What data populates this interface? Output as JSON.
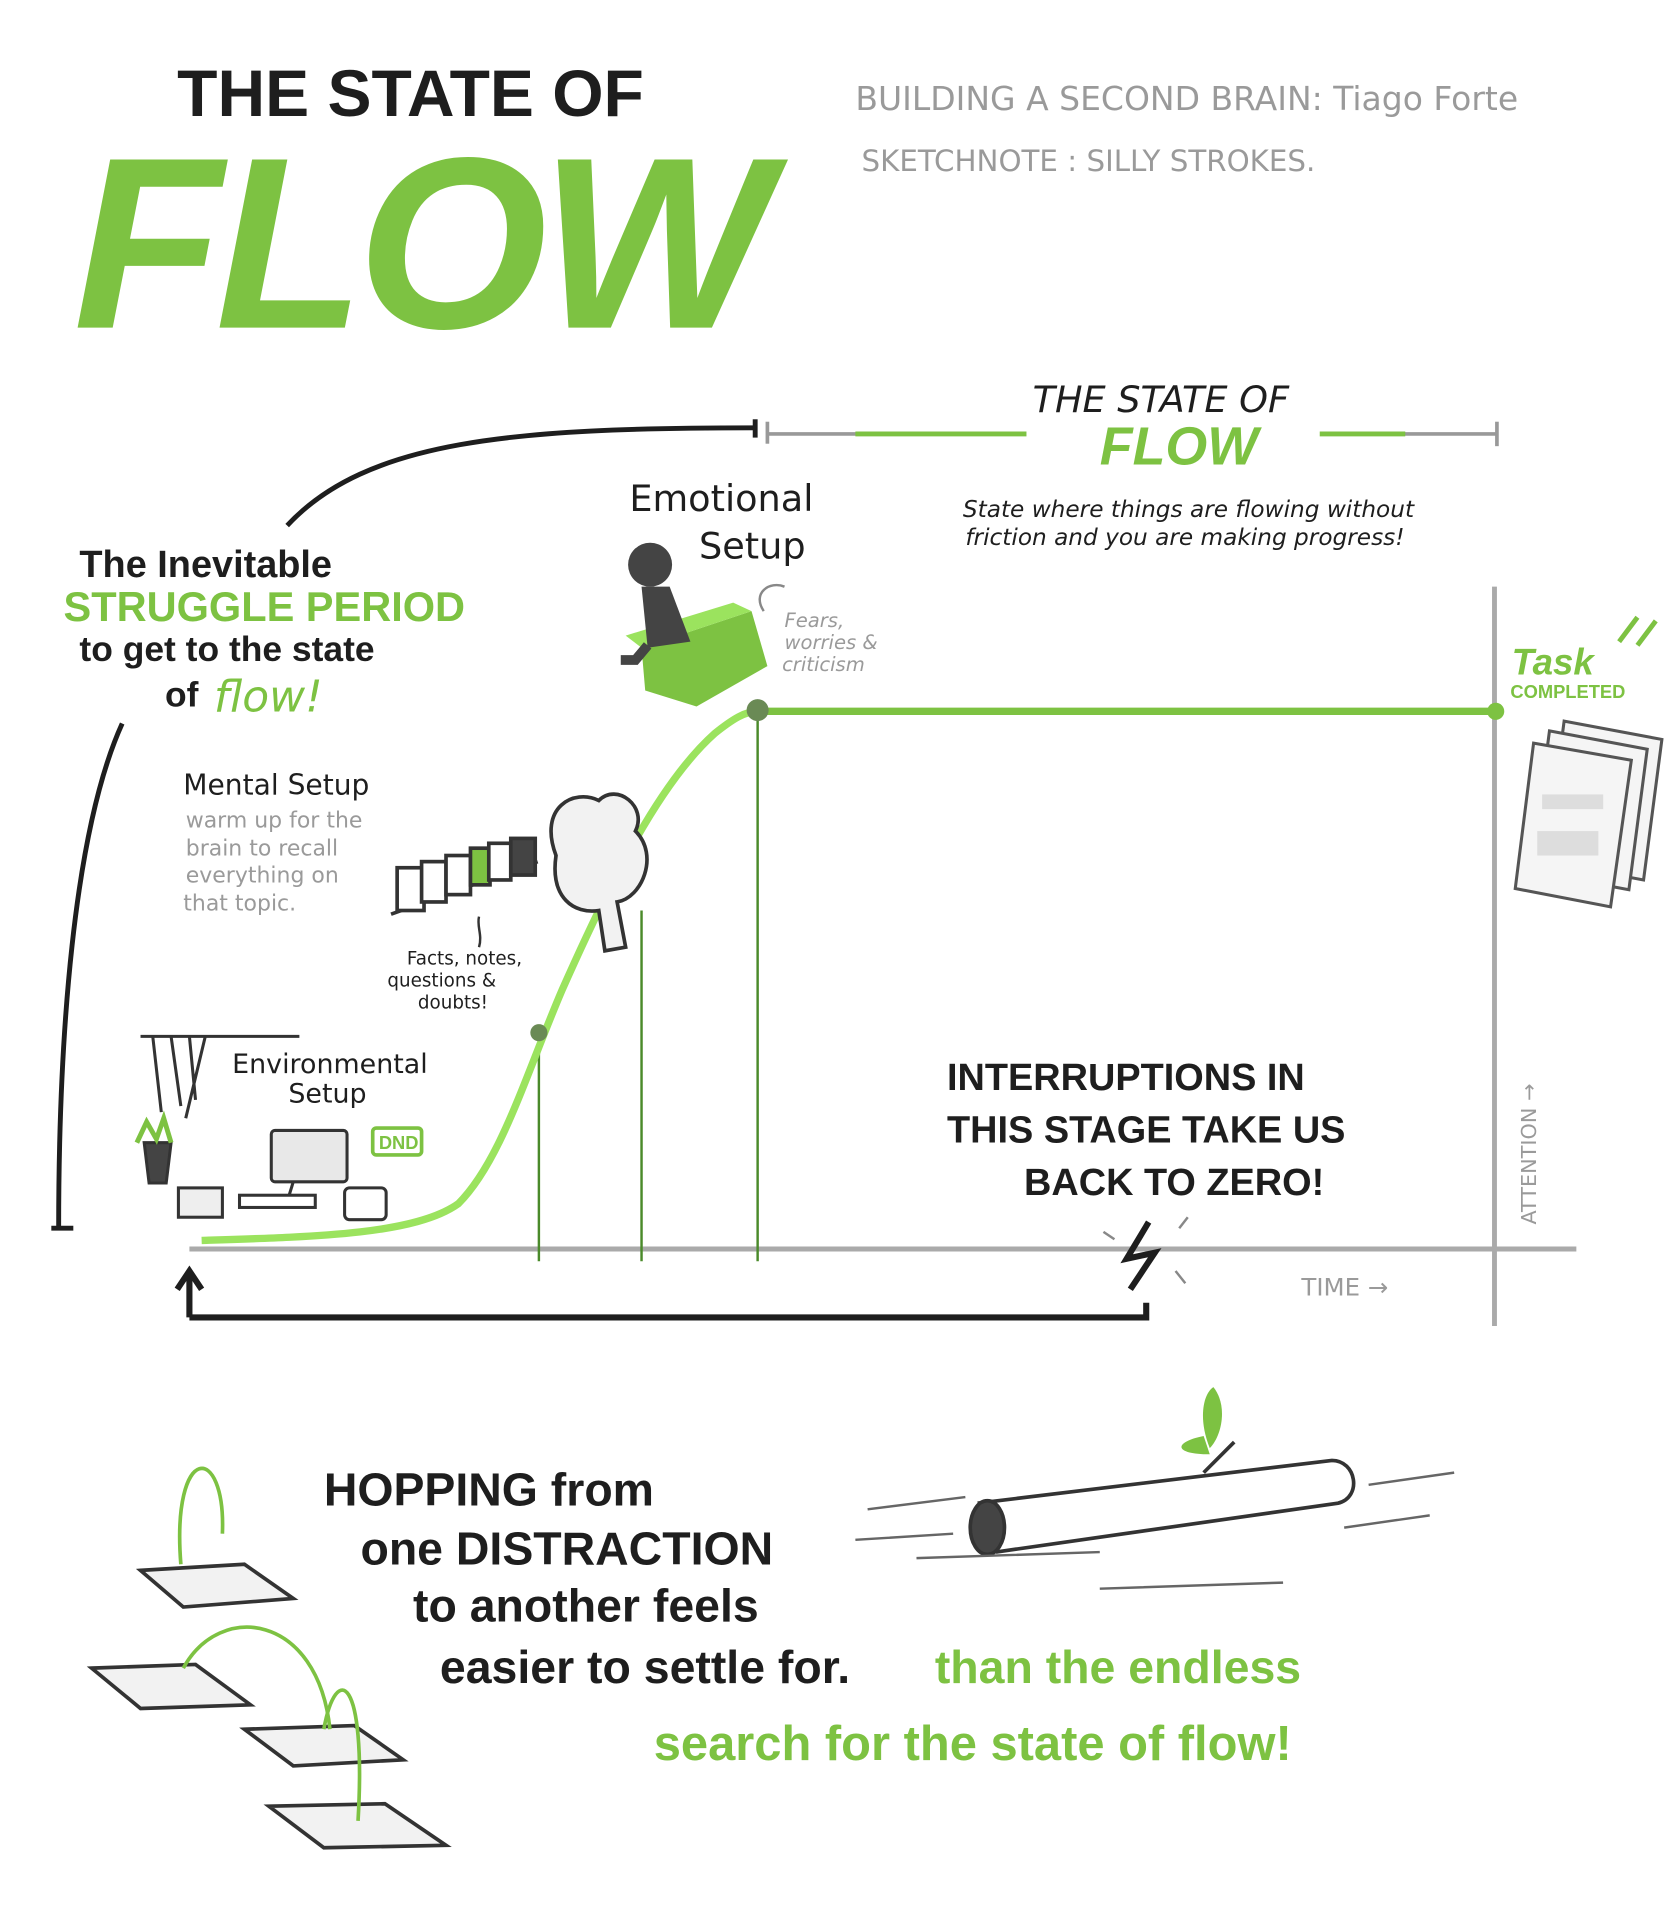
{
  "title": {
    "line1": "THE STATE OF",
    "line2": "FLOW"
  },
  "credits": {
    "book": "BUILDING A SECOND BRAIN: Tiago Forte",
    "sketchnote": "SKETCHNOTE : SILLY STROKES."
  },
  "flow_header": {
    "line1": "THE STATE OF",
    "line2": "FLOW",
    "description_line1": "State where things are flowing without",
    "description_line2": "friction and you are making progress!"
  },
  "struggle": {
    "line1": "The Inevitable",
    "line2": "STRUGGLE PERIOD",
    "line3": "to get to the state",
    "line4_prefix": "of",
    "line4_emph": "flow!"
  },
  "emotional_setup": {
    "line1": "Emotional",
    "line2": "Setup",
    "note_line1": "Fears,",
    "note_line2": "worries &",
    "note_line3": "criticism"
  },
  "mental_setup": {
    "title": "Mental Setup",
    "line1": "warm up for the",
    "line2": "brain to recall",
    "line3": "everything on",
    "line4": "that topic.",
    "note_line1": "Facts, notes,",
    "note_line2": "questions &",
    "note_line3": "doubts!"
  },
  "environmental_setup": {
    "line1": "Environmental",
    "line2": "Setup",
    "badge": "DND"
  },
  "task": {
    "line1": "Task",
    "line2": "COMPLETED"
  },
  "interruptions": {
    "line1": "INTERRUPTIONS IN",
    "line2": "THIS STAGE TAKE US",
    "line3": "BACK TO ZERO!"
  },
  "axes": {
    "x_label": "TIME →",
    "y_label": "ATTENTION →"
  },
  "bottom": {
    "line1": "HOPPING from",
    "line2": "one DISTRACTION",
    "line3": "to another feels",
    "line4": "easier to settle for.",
    "line4_green": "than the endless",
    "line5_green": "search for the state of flow!"
  },
  "colors": {
    "green": "#7dc242",
    "dark": "#1e1e1e",
    "gray": "#9a9a9a"
  }
}
